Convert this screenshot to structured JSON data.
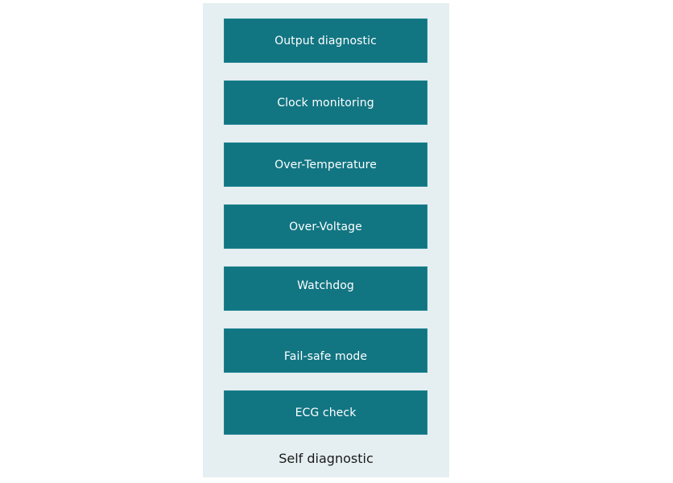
{
  "diagram": {
    "title": "Self diagnostic",
    "colors": {
      "panel_background": "#e5eef0",
      "block_background": "#127582",
      "block_text": "#ffffff",
      "title_text": "#1a1a1a"
    },
    "blocks": [
      {
        "label": "Output diagnostic"
      },
      {
        "label": "Clock monitoring"
      },
      {
        "label": "Over-Temperature"
      },
      {
        "label": "Over-Voltage"
      },
      {
        "label": "Watchdog"
      },
      {
        "label": "Fail-safe mode"
      },
      {
        "label": "ECG check"
      }
    ]
  }
}
